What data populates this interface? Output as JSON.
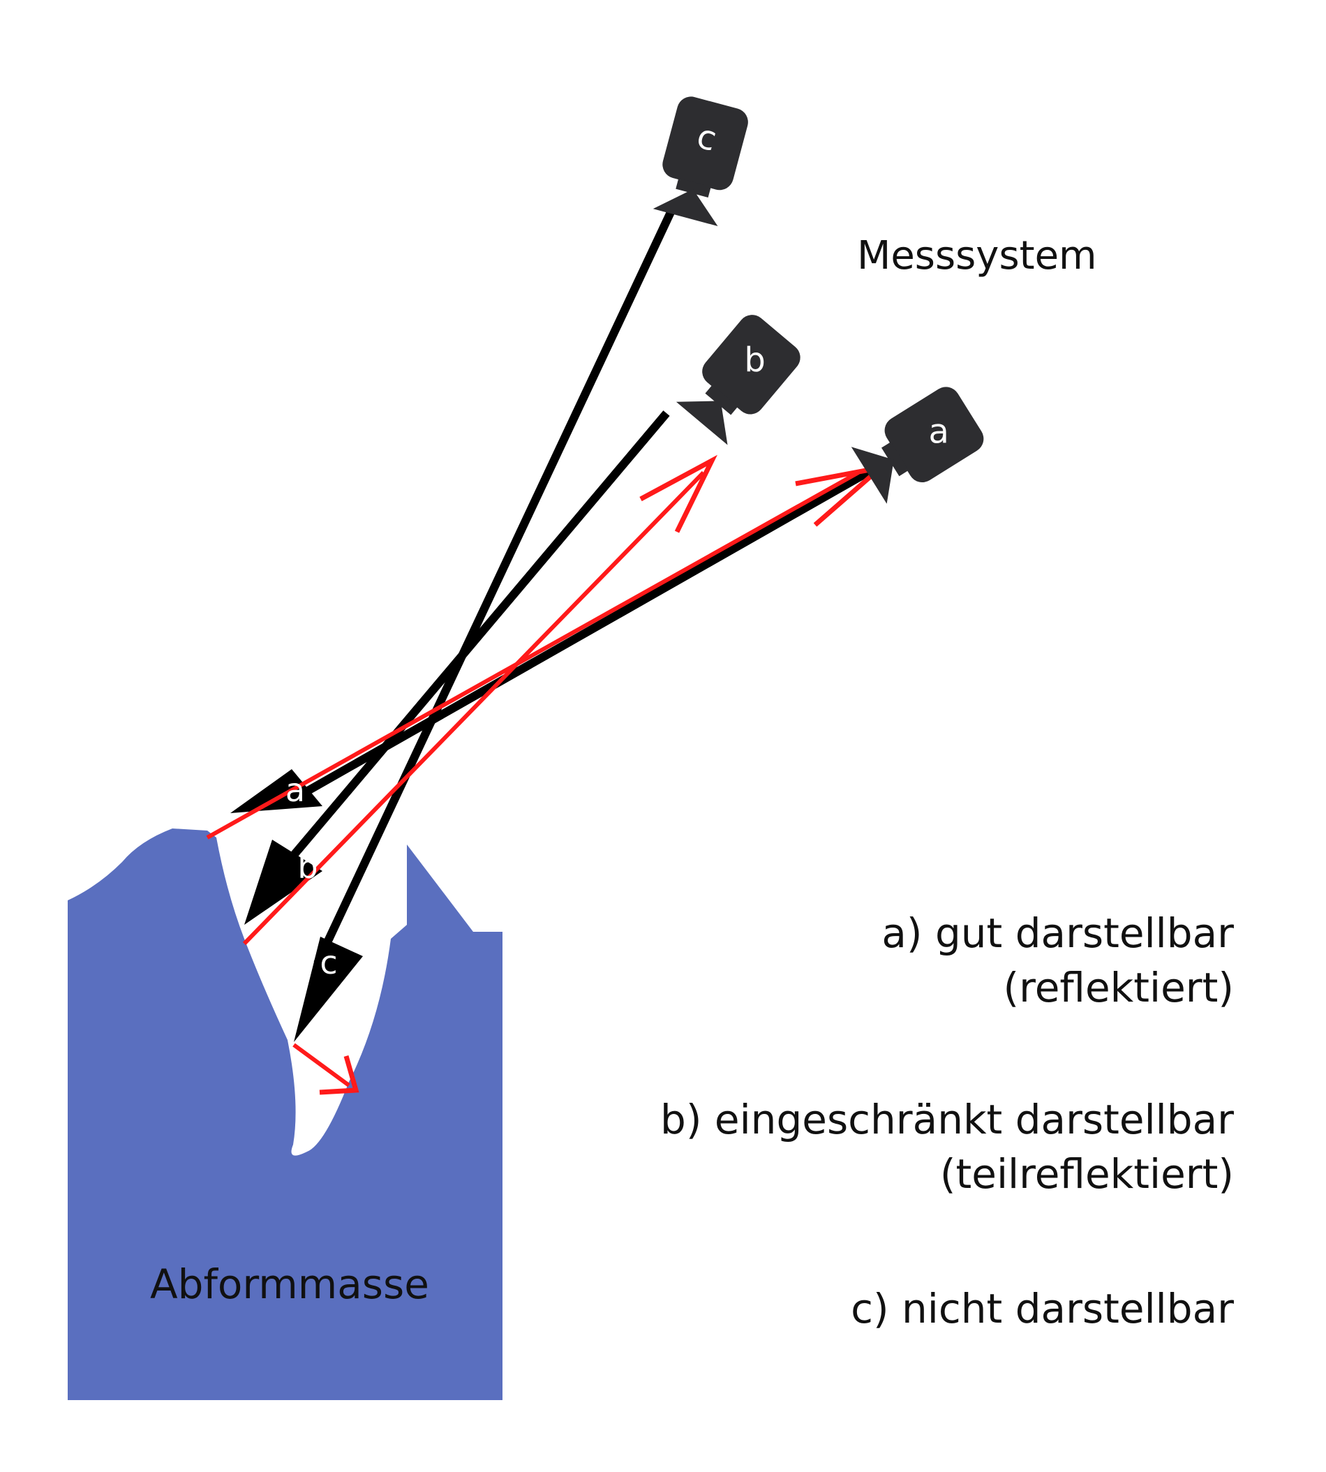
{
  "diagram": {
    "system_label": "Messsystem",
    "material_label": "Abformmasse",
    "cameras": {
      "a": {
        "label": "a"
      },
      "b": {
        "label": "b"
      },
      "c": {
        "label": "c"
      }
    },
    "ray_labels": {
      "a": "a",
      "b": "b",
      "c": "c"
    },
    "colors": {
      "material": "#5a6fbf",
      "incident_ray": "#000000",
      "reflected_ray": "#ff1a1a",
      "camera": "#2d2d30",
      "camera_label": "#ffffff",
      "text": "#111111"
    }
  },
  "legend": [
    {
      "line1": "a) gut darstellbar",
      "line2": "(reflektiert)"
    },
    {
      "line1": "b) eingeschränkt darstellbar",
      "line2": "(teilreflektiert)"
    },
    {
      "line1": "c) nicht darstellbar",
      "line2": ""
    }
  ]
}
